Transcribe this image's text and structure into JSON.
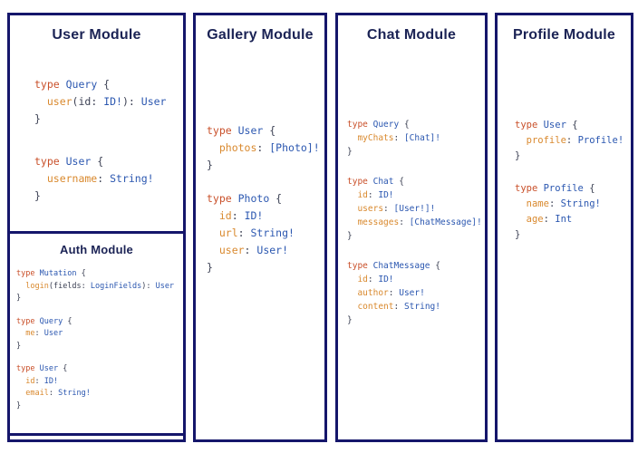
{
  "colors": {
    "border": "#15166b",
    "title": "#1b2355",
    "kw": "#c9502a",
    "tn": "#2b57b0",
    "fl": "#d9892e",
    "sc": "#2b57b0",
    "pc": "#3c4154",
    "ag": "#3c4154"
  },
  "modules": [
    {
      "title": "User Module",
      "blocks": [
        {
          "lines": [
            [
              [
                "kw",
                "type "
              ],
              [
                "tn",
                "Query "
              ],
              [
                "pc",
                "{"
              ]
            ],
            [
              [
                "fl",
                "  user"
              ],
              [
                "pc",
                "("
              ],
              [
                "ag",
                "id"
              ],
              [
                "pc",
                ": "
              ],
              [
                "sc",
                "ID!"
              ],
              [
                "pc",
                "): "
              ],
              [
                "sc",
                "User"
              ]
            ],
            [
              [
                "pc",
                "}"
              ]
            ]
          ]
        },
        {
          "lines": [
            [
              [
                "kw",
                "type "
              ],
              [
                "tn",
                "User "
              ],
              [
                "pc",
                "{"
              ]
            ],
            [
              [
                "fl",
                "  username"
              ],
              [
                "pc",
                ": "
              ],
              [
                "sc",
                "String!"
              ]
            ],
            [
              [
                "pc",
                "}"
              ]
            ]
          ]
        }
      ]
    },
    {
      "title": "Gallery Module",
      "blocks": [
        {
          "lines": [
            [
              [
                "kw",
                "type "
              ],
              [
                "tn",
                "User "
              ],
              [
                "pc",
                "{"
              ]
            ],
            [
              [
                "fl",
                "  photos"
              ],
              [
                "pc",
                ": "
              ],
              [
                "sc",
                "[Photo]!"
              ]
            ],
            [
              [
                "pc",
                "}"
              ]
            ]
          ]
        },
        {
          "lines": [
            [
              [
                "kw",
                "type "
              ],
              [
                "tn",
                "Photo "
              ],
              [
                "pc",
                "{"
              ]
            ],
            [
              [
                "fl",
                "  id"
              ],
              [
                "pc",
                ": "
              ],
              [
                "sc",
                "ID!"
              ]
            ],
            [
              [
                "fl",
                "  url"
              ],
              [
                "pc",
                ": "
              ],
              [
                "sc",
                "String!"
              ]
            ],
            [
              [
                "fl",
                "  user"
              ],
              [
                "pc",
                ": "
              ],
              [
                "sc",
                "User!"
              ]
            ],
            [
              [
                "pc",
                "}"
              ]
            ]
          ]
        }
      ]
    },
    {
      "title": "Chat Module",
      "blocks": [
        {
          "lines": [
            [
              [
                "kw",
                "type "
              ],
              [
                "tn",
                "Query "
              ],
              [
                "pc",
                "{"
              ]
            ],
            [
              [
                "fl",
                "  myChats"
              ],
              [
                "pc",
                ": "
              ],
              [
                "sc",
                "[Chat]!"
              ]
            ],
            [
              [
                "pc",
                "}"
              ]
            ]
          ]
        },
        {
          "lines": [
            [
              [
                "kw",
                "type "
              ],
              [
                "tn",
                "Chat "
              ],
              [
                "pc",
                "{"
              ]
            ],
            [
              [
                "fl",
                "  id"
              ],
              [
                "pc",
                ": "
              ],
              [
                "sc",
                "ID!"
              ]
            ],
            [
              [
                "fl",
                "  users"
              ],
              [
                "pc",
                ": "
              ],
              [
                "sc",
                "[User!]!"
              ]
            ],
            [
              [
                "fl",
                "  messages"
              ],
              [
                "pc",
                ": "
              ],
              [
                "sc",
                "[ChatMessage]!"
              ]
            ],
            [
              [
                "pc",
                "}"
              ]
            ]
          ]
        },
        {
          "lines": [
            [
              [
                "kw",
                "type "
              ],
              [
                "tn",
                "ChatMessage "
              ],
              [
                "pc",
                "{"
              ]
            ],
            [
              [
                "fl",
                "  id"
              ],
              [
                "pc",
                ": "
              ],
              [
                "sc",
                "ID!"
              ]
            ],
            [
              [
                "fl",
                "  author"
              ],
              [
                "pc",
                ": "
              ],
              [
                "sc",
                "User!"
              ]
            ],
            [
              [
                "fl",
                "  content"
              ],
              [
                "pc",
                ": "
              ],
              [
                "sc",
                "String!"
              ]
            ],
            [
              [
                "pc",
                "}"
              ]
            ]
          ]
        }
      ]
    },
    {
      "title": "Profile Module",
      "blocks": [
        {
          "lines": [
            [
              [
                "kw",
                "type "
              ],
              [
                "tn",
                "User "
              ],
              [
                "pc",
                "{"
              ]
            ],
            [
              [
                "fl",
                "  profile"
              ],
              [
                "pc",
                ": "
              ],
              [
                "sc",
                "Profile!"
              ]
            ],
            [
              [
                "pc",
                "}"
              ]
            ]
          ]
        },
        {
          "lines": [
            [
              [
                "kw",
                "type "
              ],
              [
                "tn",
                "Profile "
              ],
              [
                "pc",
                "{"
              ]
            ],
            [
              [
                "fl",
                "  name"
              ],
              [
                "pc",
                ": "
              ],
              [
                "sc",
                "String!"
              ]
            ],
            [
              [
                "fl",
                "  age"
              ],
              [
                "pc",
                ": "
              ],
              [
                "sc",
                "Int"
              ]
            ],
            [
              [
                "pc",
                "}"
              ]
            ]
          ]
        }
      ]
    }
  ],
  "auth_module": {
    "title": "Auth Module",
    "blocks": [
      {
        "lines": [
          [
            [
              "kw",
              "type "
            ],
            [
              "tn",
              "Mutation "
            ],
            [
              "pc",
              "{"
            ]
          ],
          [
            [
              "fl",
              "  login"
            ],
            [
              "pc",
              "("
            ],
            [
              "ag",
              "fields"
            ],
            [
              "pc",
              ": "
            ],
            [
              "sc",
              "LoginFields"
            ],
            [
              "pc",
              "): "
            ],
            [
              "sc",
              "User"
            ]
          ],
          [
            [
              "pc",
              "}"
            ]
          ]
        ]
      },
      {
        "lines": [
          [
            [
              "kw",
              "type "
            ],
            [
              "tn",
              "Query "
            ],
            [
              "pc",
              "{"
            ]
          ],
          [
            [
              "fl",
              "  me"
            ],
            [
              "pc",
              ": "
            ],
            [
              "sc",
              "User"
            ]
          ],
          [
            [
              "pc",
              "}"
            ]
          ]
        ]
      },
      {
        "lines": [
          [
            [
              "kw",
              "type "
            ],
            [
              "tn",
              "User "
            ],
            [
              "pc",
              "{"
            ]
          ],
          [
            [
              "fl",
              "  id"
            ],
            [
              "pc",
              ": "
            ],
            [
              "sc",
              "ID!"
            ]
          ],
          [
            [
              "fl",
              "  email"
            ],
            [
              "pc",
              ": "
            ],
            [
              "sc",
              "String!"
            ]
          ],
          [
            [
              "pc",
              "}"
            ]
          ]
        ]
      }
    ]
  }
}
